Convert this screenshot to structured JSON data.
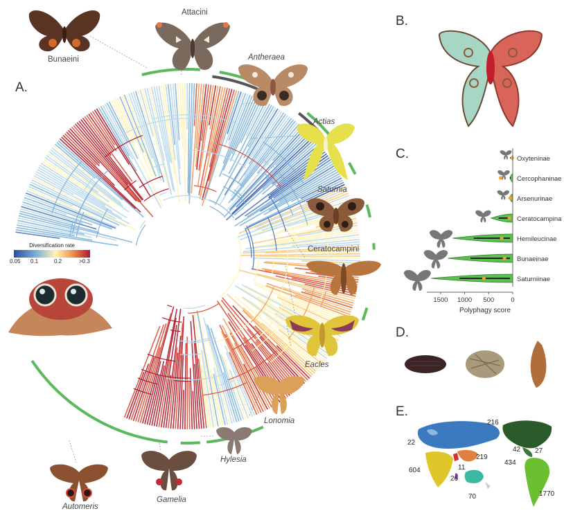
{
  "panels": {
    "A": "A.",
    "B": "B.",
    "C": "C.",
    "D": "D.",
    "E": "E."
  },
  "tree_labels": {
    "bunaeini": "Bunaeini",
    "attacini": "Attacini",
    "antheraea": "Antheraea",
    "actias": "Actias",
    "saturnia": "Saturnia",
    "ceratocampini": "Ceratocampini",
    "eacles": "Eacles",
    "lonomia": "Lonomia",
    "hylesia": "Hylesia",
    "automeris": "Automeris",
    "gamelia": "Gamelia"
  },
  "legend": {
    "title": "Diversification rate",
    "ticks": [
      "0.05",
      "0.1",
      "0.2",
      ">0.3"
    ],
    "colors": [
      "#2a4fa3",
      "#7fb3d9",
      "#fff3b5",
      "#f29a55",
      "#b01828"
    ]
  },
  "chart_data": {
    "type": "violin",
    "categories": [
      "Oxyteninae",
      "Cercophaninae",
      "Arsenurinae",
      "Ceratocampina",
      "Hemileucinae",
      "Bunaeinae",
      "Saturniinae"
    ],
    "max_polyphagy": [
      20,
      60,
      70,
      450,
      1250,
      1350,
      1700
    ],
    "median": [
      10,
      250,
      50,
      70,
      230,
      170,
      600
    ],
    "xlabel": "Polyphagy score",
    "xticks": [
      "1500",
      "1000",
      "500",
      "0"
    ],
    "xlim": [
      1700,
      0
    ],
    "fill_color": "#5cbf50",
    "median_color": "#f0a030"
  },
  "map_counts": {
    "c216": "216",
    "c22": "22",
    "c219": "219",
    "c11": "11",
    "c604": "604",
    "c26": "26",
    "c70": "70",
    "c42": "42",
    "c27": "27",
    "c434": "434",
    "c1770": "1770"
  }
}
